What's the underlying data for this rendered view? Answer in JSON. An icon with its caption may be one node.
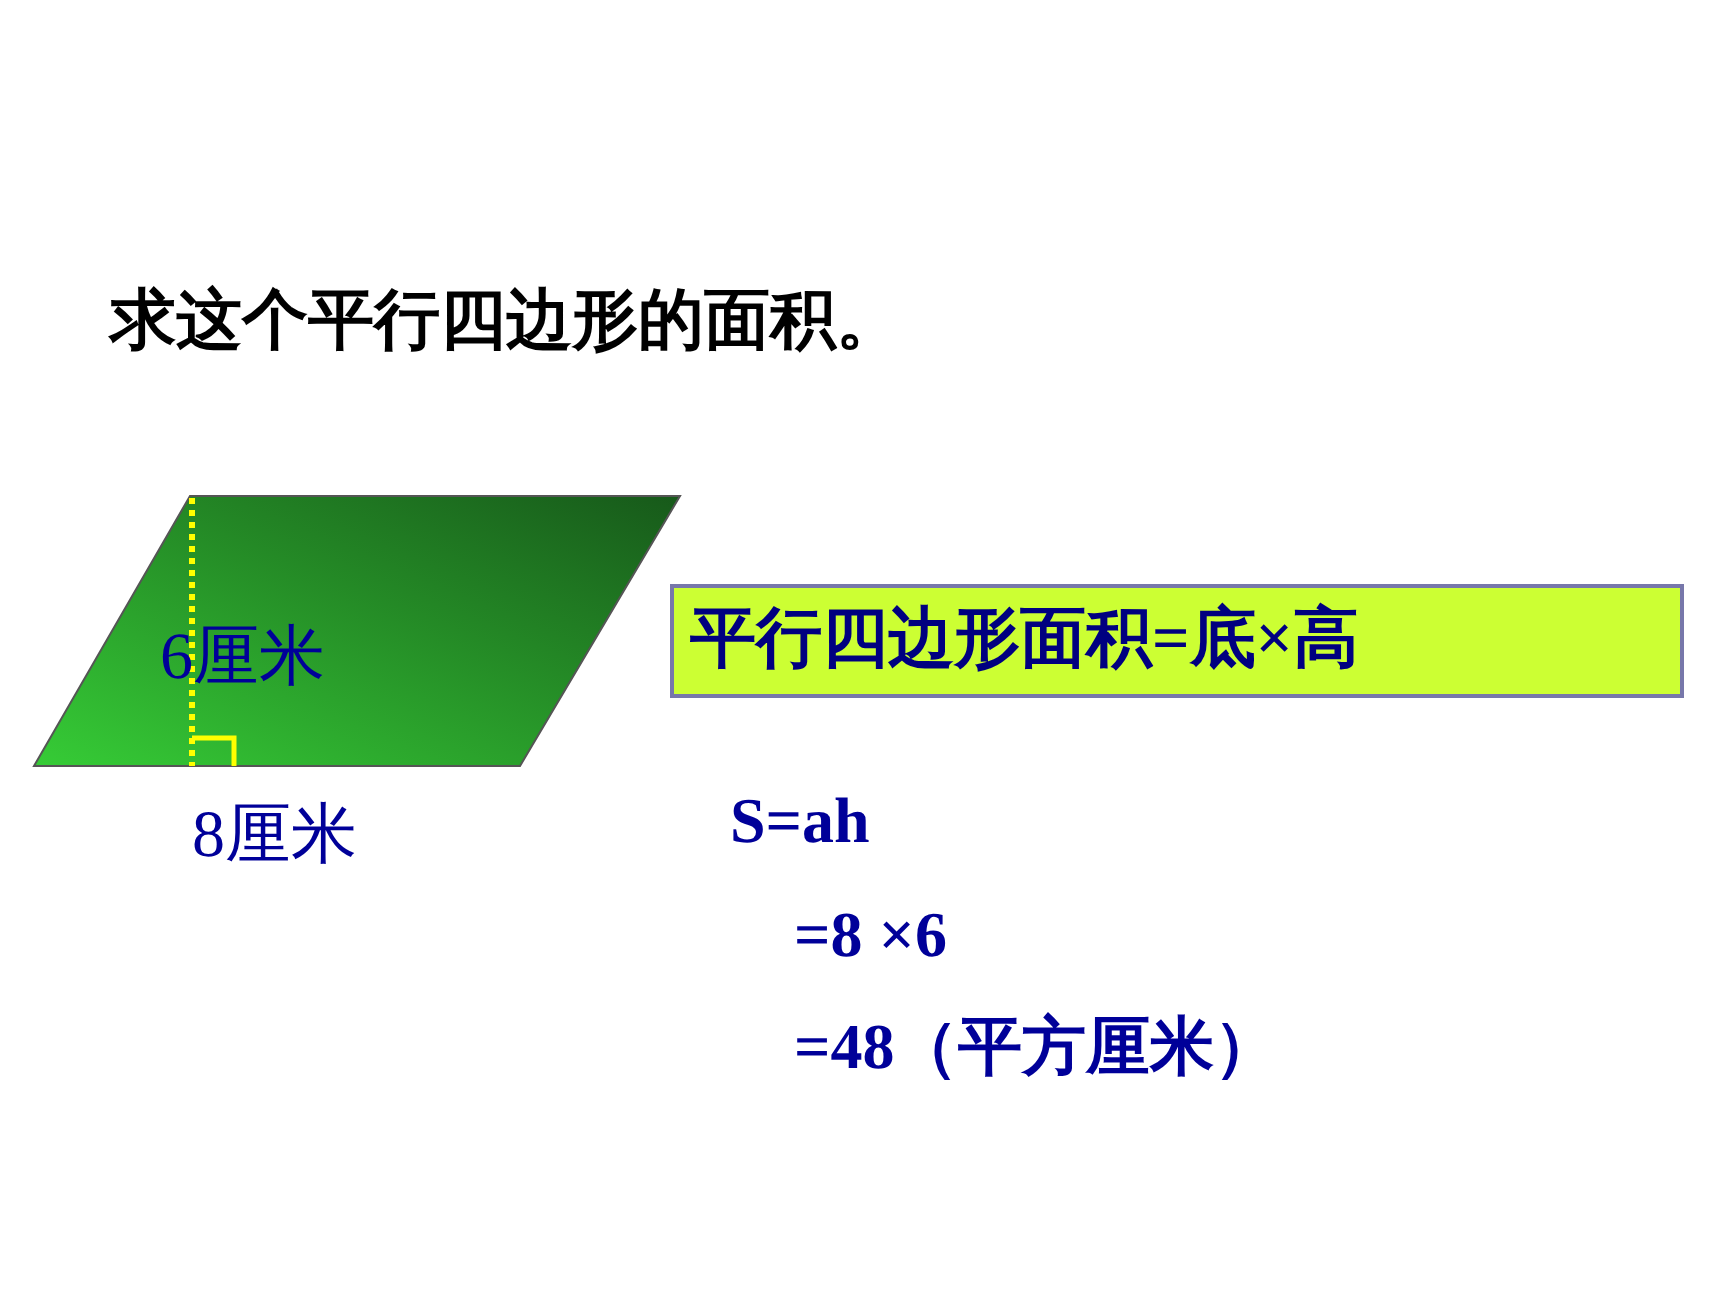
{
  "diagram": {
    "title": "求这个平行四边形的面积。",
    "nodes": [
      {
        "text": [
          "6厘米"
        ],
        "beside": [
          "8厘米"
        ]
      },
      {
        "text": [
          "平行四边形面积=底×高"
        ]
      }
    ],
    "labels": [
      "S=ah",
      "=8 ×6",
      "=48（平方厘米）"
    ]
  }
}
